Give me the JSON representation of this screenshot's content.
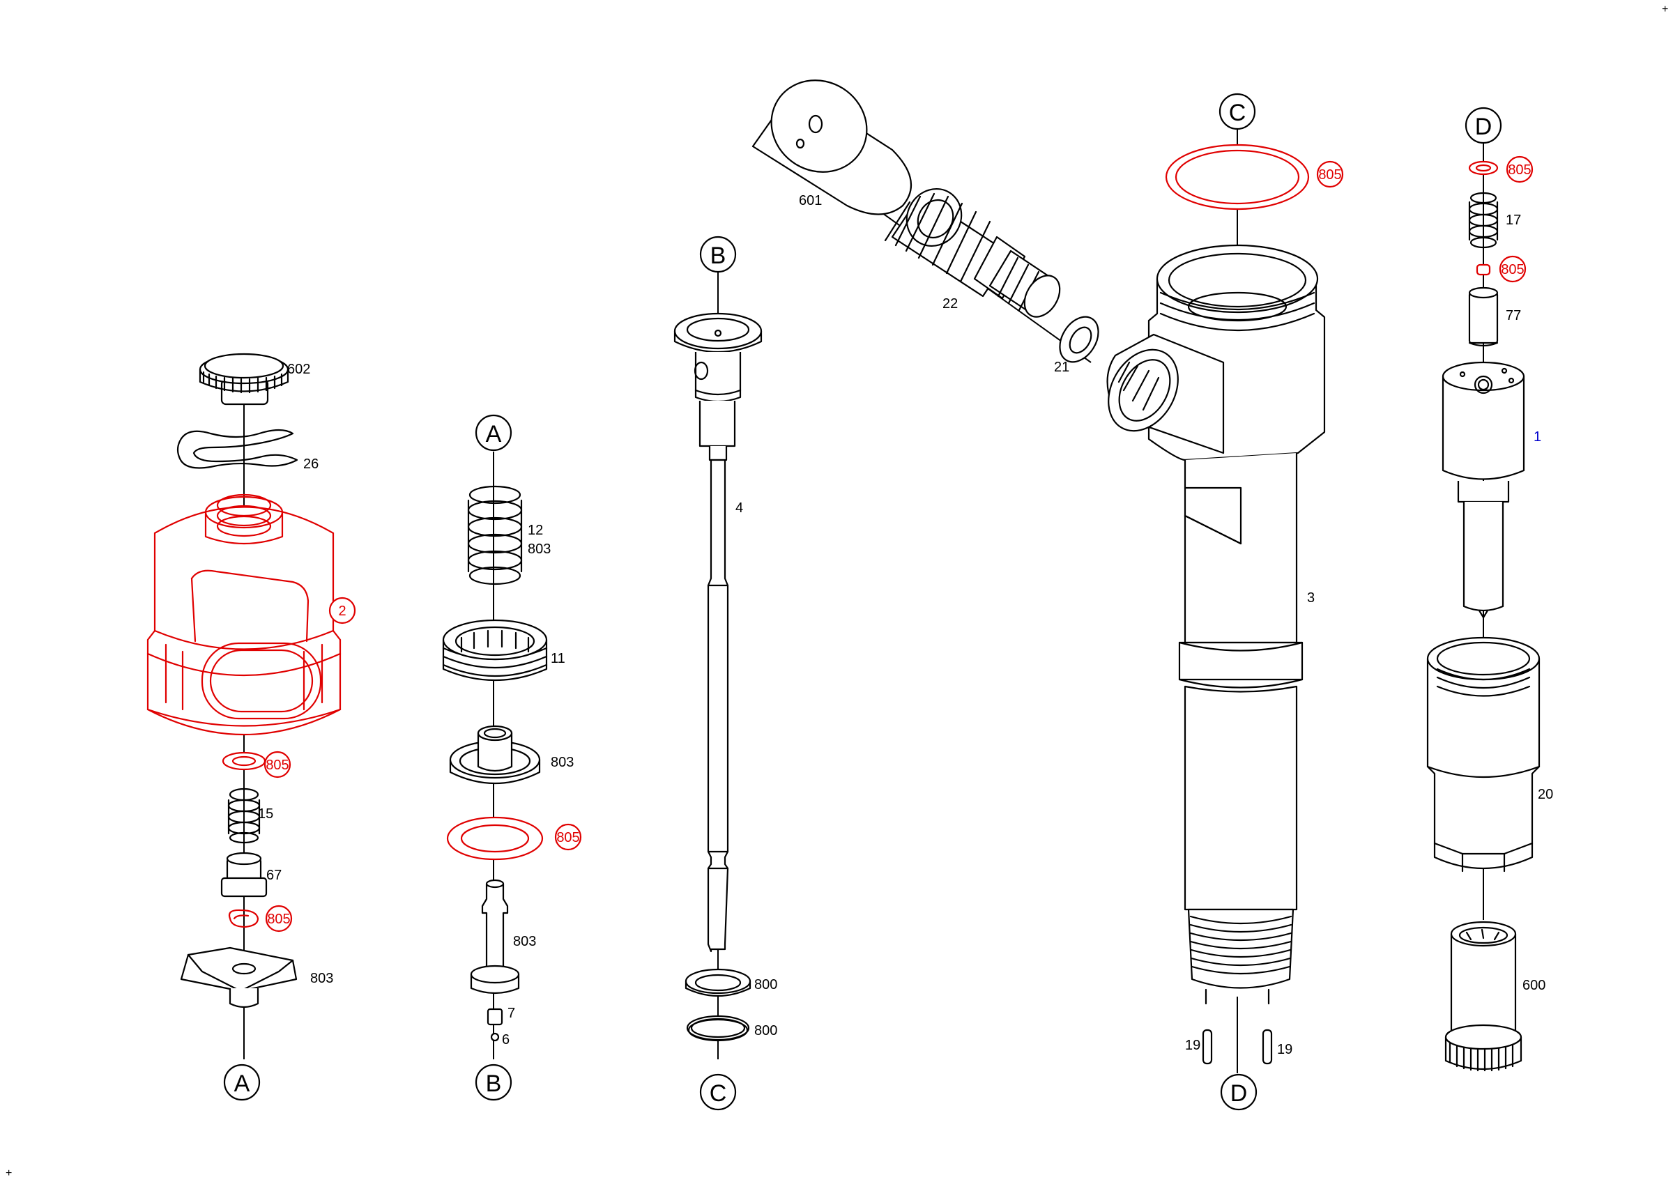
{
  "connectors": {
    "a": "A",
    "b": "B",
    "c": "C",
    "d": "D"
  },
  "parts": {
    "p1": "1",
    "p2": "2",
    "p3": "3",
    "p4": "4",
    "p6": "6",
    "p7": "7",
    "p11": "11",
    "p12": "12",
    "p15": "15",
    "p17": "17",
    "p19": "19",
    "p20": "20",
    "p21": "21",
    "p22": "22",
    "p26": "26",
    "p67": "67",
    "p77": "77",
    "p600": "600",
    "p601": "601",
    "p602": "602",
    "p800": "800",
    "p803": "803",
    "p805": "805"
  },
  "corner_marks": {
    "top_right": "+",
    "bottom_left": "+"
  },
  "colors": {
    "line": "#000000",
    "highlight": "#e00000",
    "label_blue": "#0000cc"
  }
}
